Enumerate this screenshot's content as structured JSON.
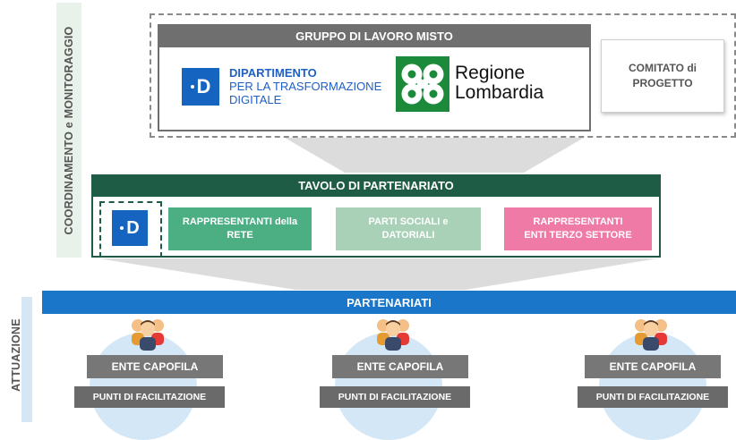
{
  "side": {
    "coordinamento": "COORDINAMENTO e MONITORAGGIO",
    "attuazione": "ATTUAZIONE"
  },
  "gruppo": {
    "title": "GRUPPO DI LAVORO MISTO",
    "dtd_mark": "D",
    "dtd_line1": "DIPARTIMENTO",
    "dtd_line2": "PER LA TRASFORMAZIONE",
    "dtd_line3": "DIGITALE",
    "region_line1": "Regione",
    "region_line2": "Lombardia",
    "comitato_line1": "COMITATO di",
    "comitato_line2": "PROGETTO"
  },
  "tavolo": {
    "title": "TAVOLO DI PARTENARIATO",
    "d_mark": "D",
    "rappresentanti_rete_1": "RAPPRESENTANTI della",
    "rappresentanti_rete_2": "RETE",
    "parti_sociali_1": "PARTI SOCIALI e",
    "parti_sociali_2": "DATORIALI",
    "terzo_settore_1": "RAPPRESENTANTI",
    "terzo_settore_2": "ENTI TERZO SETTORE"
  },
  "partenariati": {
    "title": "PARTENARIATI",
    "groups": [
      {
        "capofila": "ENTE CAPOFILA",
        "punti": "PUNTI DI FACILITAZIONE"
      },
      {
        "capofila": "ENTE CAPOFILA",
        "punti": "PUNTI DI FACILITAZIONE"
      },
      {
        "capofila": "ENTE CAPOFILA",
        "punti": "PUNTI DI FACILITAZIONE"
      }
    ]
  },
  "colors": {
    "grey_header": "#6f6f6f",
    "green_dark": "#1f5c45",
    "blue": "#1976c9",
    "dtd_blue": "#1565c0",
    "lombardia_green": "#1b8a3a"
  }
}
